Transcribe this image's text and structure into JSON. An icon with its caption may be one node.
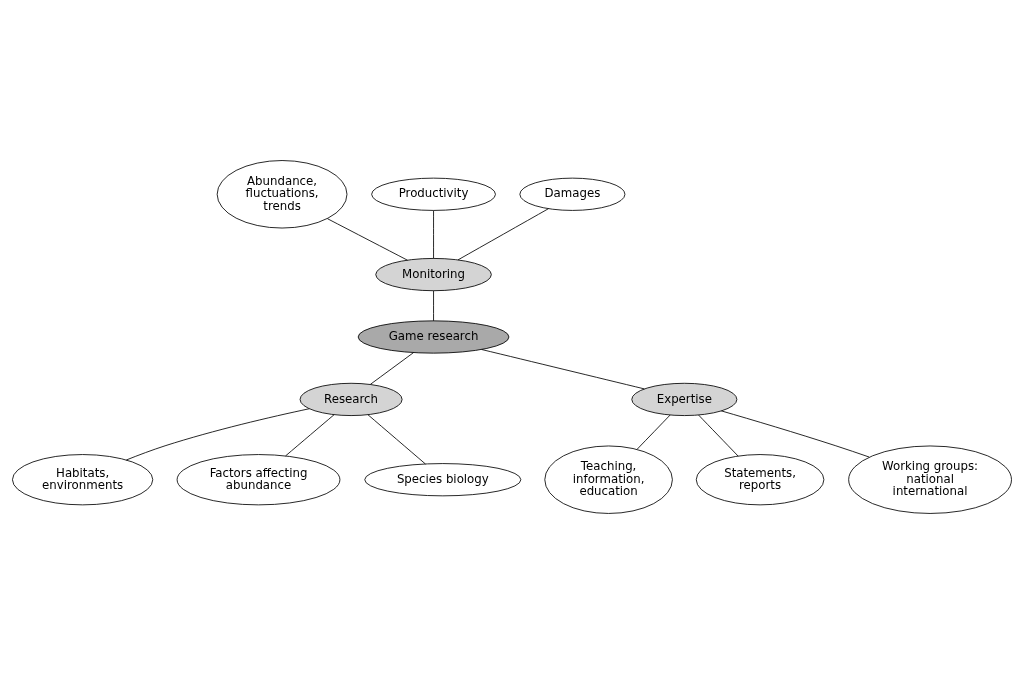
{
  "diagram": {
    "nodes": [
      {
        "text": [
          "Game research"
        ]
      },
      {
        "text": [
          "Monitoring"
        ]
      },
      {
        "text": [
          "Abundance, fluctuations, trends"
        ]
      },
      {
        "text": [
          "Productivity"
        ]
      },
      {
        "text": [
          "Damages"
        ]
      },
      {
        "text": [
          "Research"
        ]
      },
      {
        "text": [
          "Habitats, environments"
        ]
      },
      {
        "text": [
          "Factors affecting abundance"
        ]
      },
      {
        "text": [
          "Species biology"
        ]
      },
      {
        "text": [
          "Expertise"
        ]
      },
      {
        "text": [
          "Teaching, information, education"
        ]
      },
      {
        "text": [
          "Statements, reports"
        ]
      },
      {
        "text": [
          "Working groups: national international"
        ]
      }
    ],
    "edges": [
      {
        "from": 2,
        "to": 1,
        "arrow": "none"
      },
      {
        "from": 3,
        "to": 1,
        "arrow": "none"
      },
      {
        "from": 4,
        "to": 1,
        "arrow": "none"
      },
      {
        "from": 1,
        "to": 0,
        "arrow": "none"
      },
      {
        "from": 0,
        "to": 5,
        "arrow": "none"
      },
      {
        "from": 0,
        "to": 9,
        "arrow": "none"
      },
      {
        "from": 5,
        "to": 6,
        "arrow": "none"
      },
      {
        "from": 5,
        "to": 7,
        "arrow": "none"
      },
      {
        "from": 5,
        "to": 8,
        "arrow": "none"
      },
      {
        "from": 9,
        "to": 10,
        "arrow": "none"
      },
      {
        "from": 9,
        "to": 11,
        "arrow": "none"
      },
      {
        "from": 9,
        "to": 12,
        "arrow": "none"
      }
    ]
  }
}
